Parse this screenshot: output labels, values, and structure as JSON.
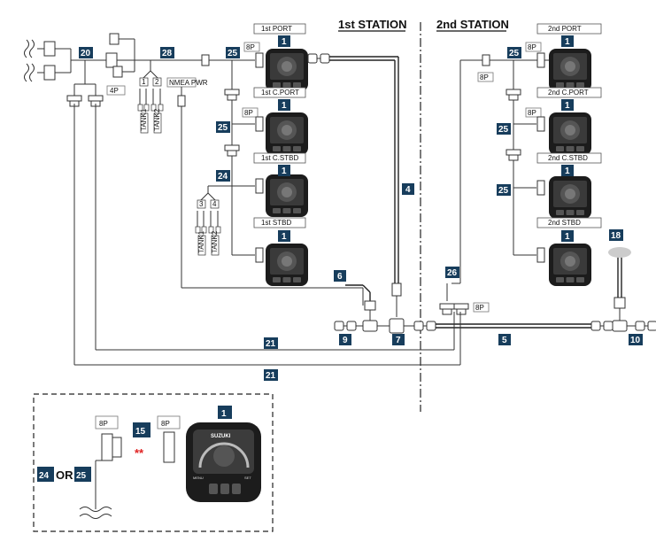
{
  "headers": {
    "station1": "1st STATION",
    "station2": "2nd STATION"
  },
  "gauge_labels": {
    "p1": "1st PORT",
    "cp1": "1st C.PORT",
    "cs1": "1st C.STBD",
    "s1": "1st STBD",
    "p2": "2nd PORT",
    "cp2": "2nd C.PORT",
    "cs2": "2nd C.STBD",
    "s2": "2nd STBD"
  },
  "connector_labels": {
    "eight_pin": "8P",
    "four_pin": "4P",
    "nmea_pwr": "NMEA PWR"
  },
  "tank_labels": {
    "t1": "TANK1",
    "t2": "TANK2",
    "n1": "1",
    "n2": "2",
    "n3": "3",
    "n4": "4"
  },
  "detail": {
    "or_text": "OR",
    "asterisks": "**"
  },
  "gauge": {
    "brand": "SUZUKI",
    "btn_menu": "MENU",
    "btn_set": "SET"
  },
  "callouts": {
    "c1": "1",
    "c4": "4",
    "c5": "5",
    "c6": "6",
    "c7": "7",
    "c9": "9",
    "c10": "10",
    "c15": "15",
    "c18": "18",
    "c20": "20",
    "c21": "21",
    "c24": "24",
    "c25": "25",
    "c26": "26",
    "c28": "28"
  },
  "colors": {
    "badge": "#173d5c",
    "asterisk": "#e02020"
  }
}
